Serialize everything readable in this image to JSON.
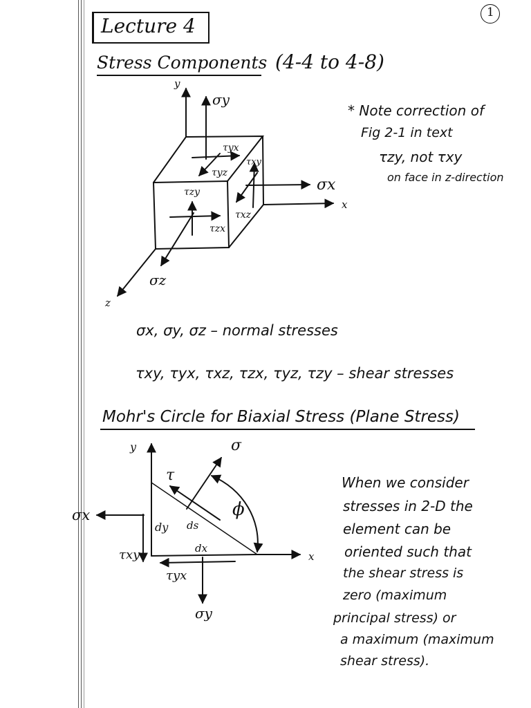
{
  "page_number": "1",
  "title": "Lecture 4",
  "section1": {
    "heading": "Stress Components",
    "ref": "(4-4 to 4-8)"
  },
  "note": {
    "line1": "* Note correction of",
    "line2": "Fig 2-1 in text",
    "line3": "τzy, not τxy",
    "line4": "on face in z-direction"
  },
  "cube_labels": {
    "y_axis": "y",
    "sigma_y": "σy",
    "tau_yx": "τyx",
    "tau_xy": "τxy",
    "tau_yz": "τyz",
    "tau_zy": "τzy",
    "sigma_x": "σx",
    "x_axis": "x",
    "tau_xz": "τxz",
    "tau_zx": "τzx",
    "sigma_z": "σz",
    "z_axis": "z"
  },
  "normal_stresses": "σx, σy, σz  –  normal stresses",
  "shear_stresses": "τxy, τyx, τxz, τzx, τyz, τzy  –  shear stresses",
  "section2": {
    "heading": "Mohr's Circle for Biaxial Stress (Plane Stress)"
  },
  "mohr_labels": {
    "y_axis": "y",
    "sigma": "σ",
    "tau": "τ",
    "phi": "ϕ",
    "sigma_x": "σx",
    "dy": "dy",
    "ds": "ds",
    "dx": "dx",
    "tau_xy": "τxy",
    "x_axis": "x",
    "tau_yx": "τyx",
    "sigma_y": "σy"
  },
  "explanation": {
    "line1": "When we consider",
    "line2": "stresses in 2-D the",
    "line3": "element can be",
    "line4": "oriented such that",
    "line5": "the shear stress is",
    "line6": "zero (maximum",
    "line7": "principal stress) or",
    "line8": "a maximum (maximum",
    "line9": "shear stress)."
  }
}
